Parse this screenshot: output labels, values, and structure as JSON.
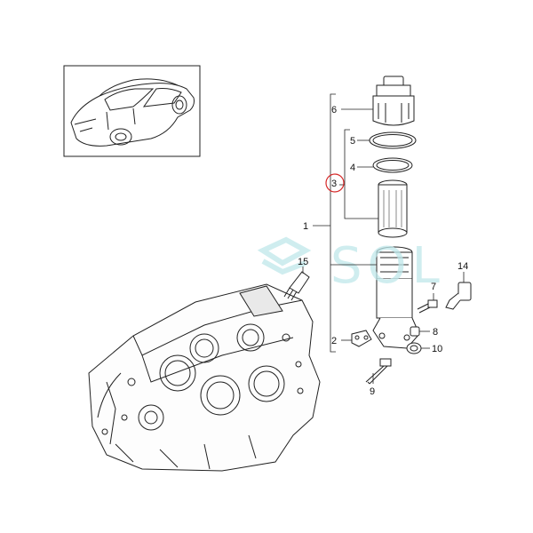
{
  "watermark": {
    "text": "SOL",
    "color": "#bfe8ea"
  },
  "callouts": {
    "c1": "1",
    "c2": "2",
    "c3": "3",
    "c4": "4",
    "c5": "5",
    "c6": "6",
    "c7": "7",
    "c8": "8",
    "c9": "9",
    "c10": "10",
    "c14": "14",
    "c15": "15"
  },
  "highlight": {
    "part": "3",
    "ring_color": "#d62b2b"
  }
}
